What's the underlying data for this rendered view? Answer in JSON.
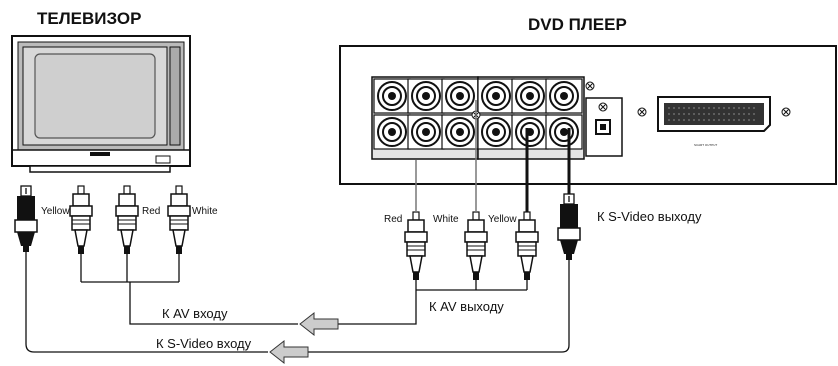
{
  "titles": {
    "tv": "ТЕЛЕВИЗОР",
    "dvd": "DVD ПЛЕЕР"
  },
  "tv_plug_labels": {
    "yellow": "Yellow",
    "red": "Red",
    "white": "White"
  },
  "dvd_plug_labels": {
    "red": "Red",
    "white": "White",
    "yellow": "Yellow"
  },
  "captions": {
    "s_video_out": "К S-Video выходу",
    "av_in": "К AV входу",
    "av_out": "К AV выходу",
    "s_video_in": "К S-Video входу"
  },
  "panel_labels": {
    "scart": "SCART OUTPUT"
  },
  "icons": [
    "tv-icon",
    "dvd-rear-panel-icon",
    "rca-plug-icon",
    "s-video-plug-icon",
    "scart-connector-icon",
    "arrow-left-icon"
  ]
}
